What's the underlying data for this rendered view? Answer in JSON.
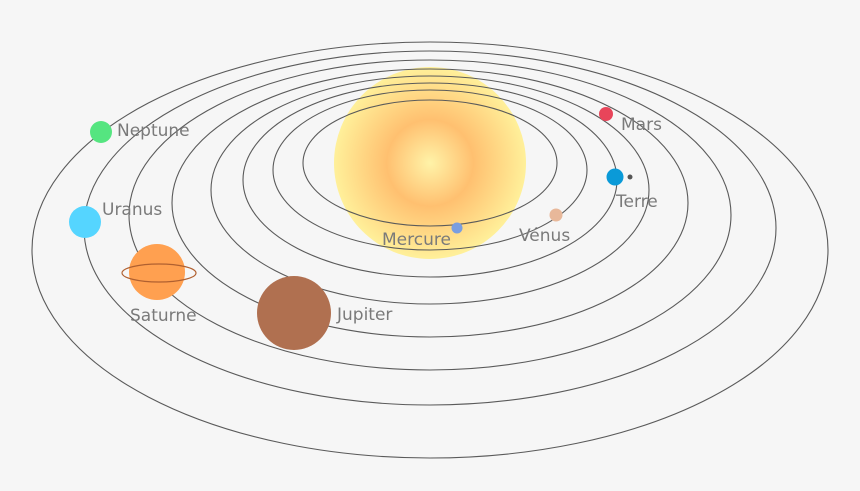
{
  "colors": {
    "background": "#f6f6f6",
    "orbit": "#5a5a5a",
    "label": "#7a7a7a",
    "sun_core": "#fff3a8",
    "sun_mid": "#ffc070",
    "sun_outer": "#fff09a"
  },
  "sun": {
    "name": "sun"
  },
  "planets": [
    {
      "id": "mercure",
      "label": "Mercure",
      "color": "#7a9ee0"
    },
    {
      "id": "venus",
      "label": "Vénus",
      "color": "#e8b89a"
    },
    {
      "id": "terre",
      "label": "Terre",
      "color": "#0a9ad8",
      "moon_color": "#555555"
    },
    {
      "id": "mars",
      "label": "Mars",
      "color": "#e8455a"
    },
    {
      "id": "jupiter",
      "label": "Jupiter",
      "color": "#b07050"
    },
    {
      "id": "saturne",
      "label": "Saturne",
      "color": "#ffa050",
      "ring_color": "#b06030"
    },
    {
      "id": "uranus",
      "label": "Uranus",
      "color": "#55d5ff"
    },
    {
      "id": "neptune",
      "label": "Neptune",
      "color": "#55e580"
    }
  ]
}
